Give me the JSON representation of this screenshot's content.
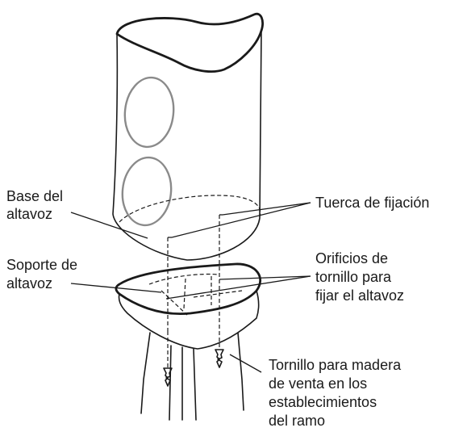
{
  "labels": {
    "speaker_base": [
      "Base del",
      "altavoz"
    ],
    "fixing_nut": [
      "Tuerca de fijación"
    ],
    "speaker_stand": [
      "Soporte de",
      "altavoz"
    ],
    "screw_holes": [
      "Orificios de",
      "tornillo para",
      "fijar el altavoz"
    ],
    "wood_screw": [
      "Tornillo para madera",
      "de venta en los",
      "establecimientos",
      "del ramo"
    ]
  },
  "colors": {
    "ink": "#1a1a1a",
    "driver_outline": "#8a8a8a",
    "background": "#ffffff"
  }
}
